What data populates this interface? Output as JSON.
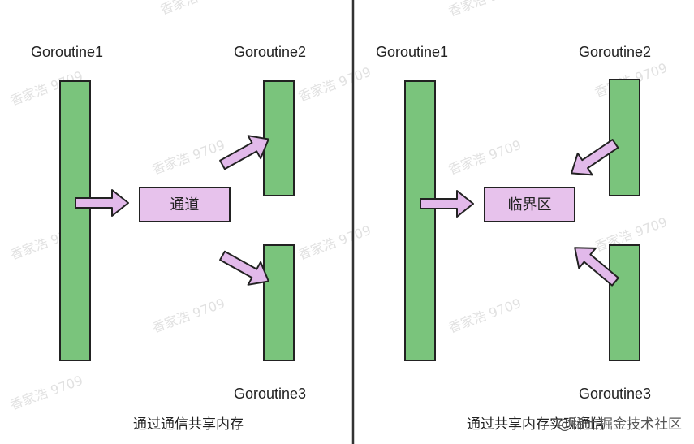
{
  "colors": {
    "bar_fill": "#7ac47c",
    "bar_stroke": "#222222",
    "box_fill": "#e7c2ec",
    "box_stroke": "#222222",
    "arrow_fill": "#e2b9ea",
    "arrow_stroke": "#222222",
    "divider": "#333333"
  },
  "left_panel": {
    "label_g1": "Goroutine1",
    "label_g2": "Goroutine2",
    "label_g3": "Goroutine3",
    "box_label": "通道",
    "caption": "通过通信共享内存"
  },
  "right_panel": {
    "label_g1": "Goroutine1",
    "label_g2": "Goroutine2",
    "label_g3": "Goroutine3",
    "box_label": "临界区",
    "caption": "通过共享内存实现通信"
  },
  "watermark": {
    "text": "香家浩 9709"
  },
  "brand": {
    "text": "@稀土掘金技术社区"
  }
}
